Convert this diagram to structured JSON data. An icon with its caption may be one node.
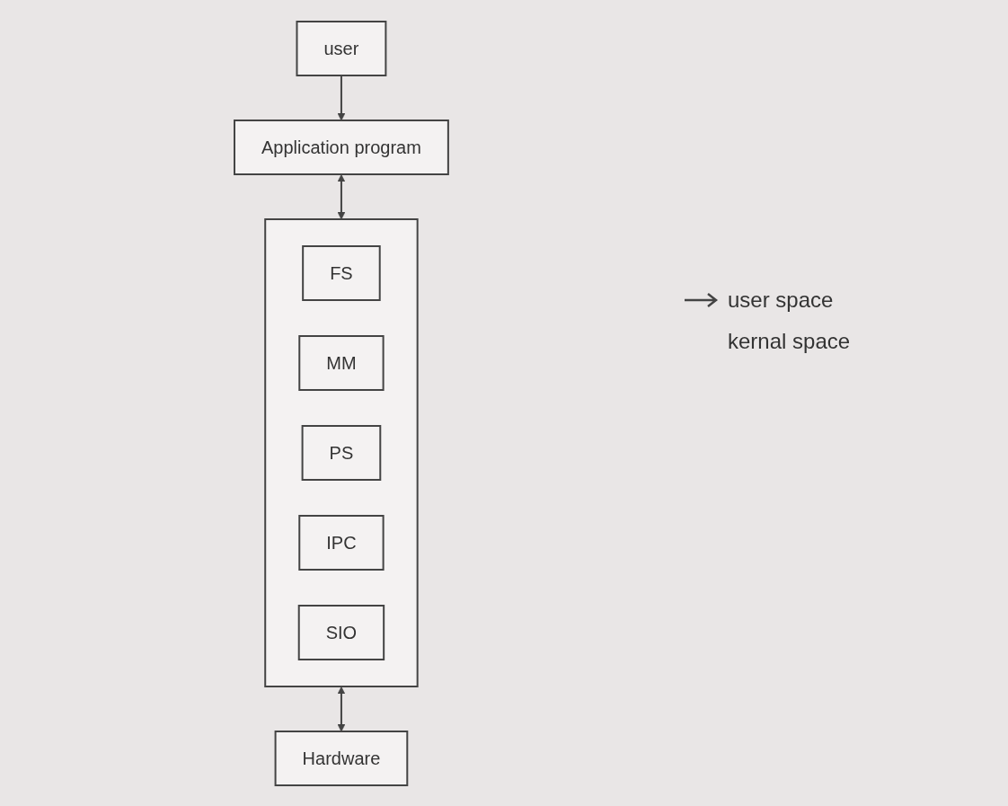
{
  "diagram": {
    "nodes": [
      {
        "text": [
          "user"
        ]
      },
      {
        "text": [
          "Application program"
        ]
      },
      {
        "text": [],
        "shape": "box"
      },
      {
        "text": [
          "FS"
        ],
        "in": 2
      },
      {
        "text": [
          "MM"
        ],
        "in": 2
      },
      {
        "text": [
          "PS"
        ],
        "in": 2
      },
      {
        "text": [
          "IPC"
        ],
        "in": 2
      },
      {
        "text": [
          "SIO"
        ],
        "in": 2
      },
      {
        "text": [
          "Hardware"
        ]
      }
    ],
    "edges": [
      {
        "from": 0,
        "to": 1,
        "arrow": "to"
      },
      {
        "from": 1,
        "to": 2,
        "arrow": "both"
      },
      {
        "from": 2,
        "to": 8,
        "arrow": "both"
      }
    ],
    "labels": [
      "user space",
      "kernal space"
    ]
  }
}
